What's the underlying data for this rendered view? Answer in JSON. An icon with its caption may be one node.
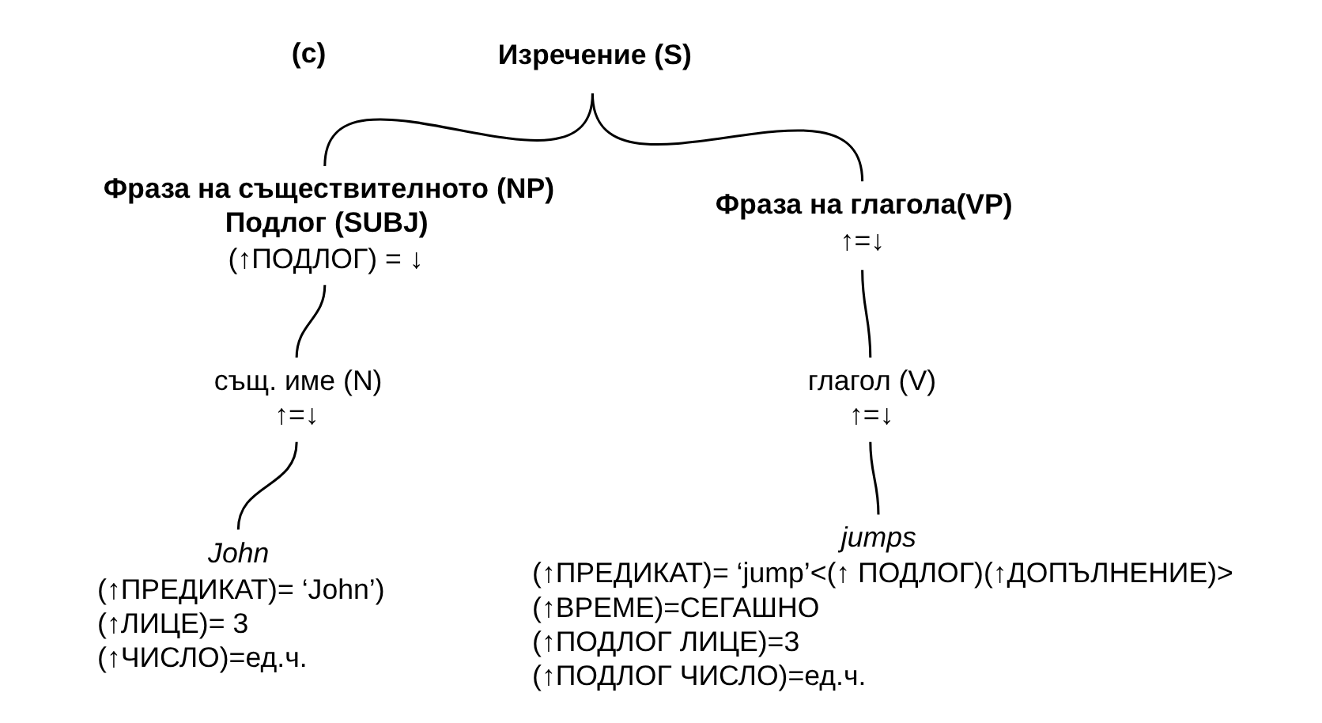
{
  "diagram": {
    "nodes": [
      {
        "text": [
          "Изречение (S)"
        ]
      },
      {
        "text": [
          "Фраза на съществителното (NP)",
          "Подлог (SUBJ)",
          "(↑ПОДЛОГ) = ↓"
        ]
      },
      {
        "text": [
          "Фраза на глагола(VP)",
          "↑=↓"
        ]
      },
      {
        "text": [
          "същ. име (N)",
          "↑=↓"
        ]
      },
      {
        "text": [
          "глагол (V)",
          "↑=↓"
        ]
      },
      {
        "text": [
          "John",
          "(↑ПРЕДИКАТ)= ‘John’)",
          "(↑ЛИЦЕ)= 3",
          "(↑ЧИСЛО)=ед.ч."
        ]
      },
      {
        "text": [
          "jumps",
          "(↑ПРЕДИКАТ)= ‘jump’<(↑ ПОДЛОГ)(↑ДОПЪЛНЕНИЕ)>",
          "(↑ВРЕМЕ)=СЕГАШНО",
          "(↑ПОДЛОГ ЛИЦЕ)=3",
          "(↑ПОДЛОГ ЧИСЛО)=ед.ч."
        ]
      }
    ],
    "edges": [
      {
        "from": 0,
        "to": 1,
        "arrow": "none"
      },
      {
        "from": 0,
        "to": 2,
        "arrow": "none"
      },
      {
        "from": 1,
        "to": 3,
        "arrow": "none"
      },
      {
        "from": 2,
        "to": 4,
        "arrow": "none"
      },
      {
        "from": 3,
        "to": 5,
        "arrow": "none"
      },
      {
        "from": 4,
        "to": 6,
        "arrow": "none"
      }
    ],
    "labels": [
      "(c)"
    ]
  }
}
